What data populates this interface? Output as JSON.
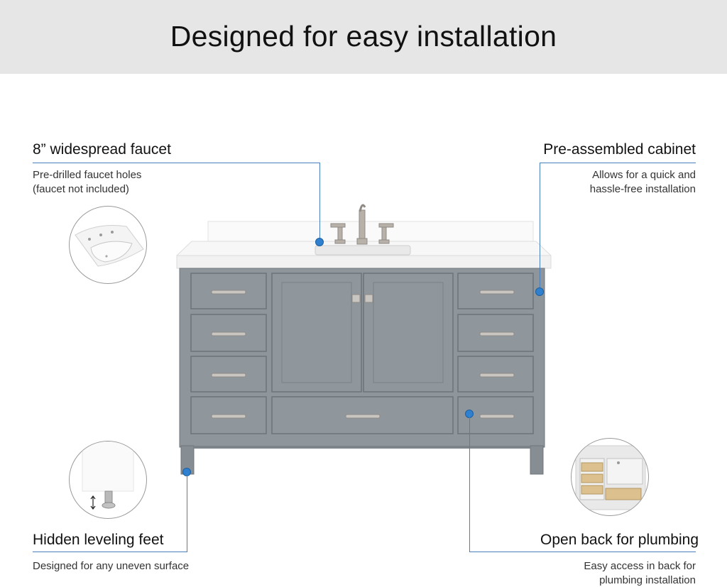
{
  "banner": {
    "title": "Designed for easy installation"
  },
  "features": {
    "faucet": {
      "title": "8” widespread faucet",
      "desc": "Pre-drilled faucet holes\n(faucet not included)"
    },
    "cabinet": {
      "title": "Pre-assembled cabinet",
      "desc": "Allows for  a quick and\nhassle-free installation"
    },
    "feet": {
      "title": "Hidden leveling feet",
      "desc": "Designed for any uneven surface"
    },
    "plumbing": {
      "title": "Open back for plumbing",
      "desc": "Easy access in back for\nplumbing installation"
    }
  },
  "colors": {
    "banner_bg": "#e6e6e6",
    "cabinet": "#8e969c",
    "leader": "#4a7fbd",
    "dot": "#2f80cf"
  },
  "icons": [
    "faucet-holes-detail",
    "leveling-foot-detail",
    "open-back-detail"
  ]
}
